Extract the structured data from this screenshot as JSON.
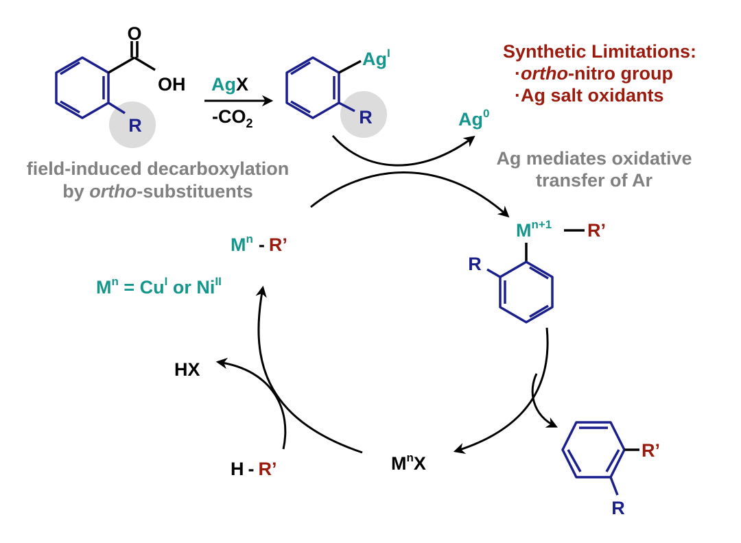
{
  "colors": {
    "blue": "#1b1f8c",
    "teal": "#14968c",
    "red": "#9b1a0e",
    "gray": "#808080",
    "black": "#000000",
    "circle_fill": "#dcdcdc"
  },
  "start": {
    "carbonyl_o": "O",
    "oh": "OH",
    "r": "R"
  },
  "reagent": {
    "ag": "Ag",
    "x": "X",
    "co2_prefix": "-CO",
    "co2_sub": "2"
  },
  "aryl_silver": {
    "ag": "Ag",
    "ag_sup": "I",
    "r": "R"
  },
  "limitations": {
    "title": "Synthetic Limitations:",
    "item1_bullet": "·",
    "item1_italic": "ortho",
    "item1_rest": "-nitro group",
    "item2": "·Ag salt oxidants"
  },
  "ag0": {
    "ag": "Ag",
    "sup": "0"
  },
  "ag_mediates": {
    "line1": "Ag mediates oxidative",
    "line2": "transfer of Ar"
  },
  "field_note": {
    "line1": "field-induced decarboxylation",
    "line2_prefix": "by ",
    "line2_italic": "ortho",
    "line2_suffix": "-substituents"
  },
  "m_n_r": {
    "m": "M",
    "sup": "n",
    "dash": "-",
    "r": "R’"
  },
  "m_np1_r": {
    "m": "M",
    "sup": "n+1",
    "r": "R’"
  },
  "aryl_intermediate": {
    "r": "R"
  },
  "m_def": {
    "m": "M",
    "sup_n": "n",
    "eq": " = Cu",
    "sup_i": "I",
    "or": " or Ni",
    "sup_ii": "II"
  },
  "hx": "HX",
  "h_r": {
    "h": "H",
    "dash": "-",
    "r": "R’"
  },
  "mnx": {
    "m": "M",
    "sup": "n",
    "x": "X"
  },
  "product": {
    "r_prime": "R’",
    "r": "R"
  }
}
